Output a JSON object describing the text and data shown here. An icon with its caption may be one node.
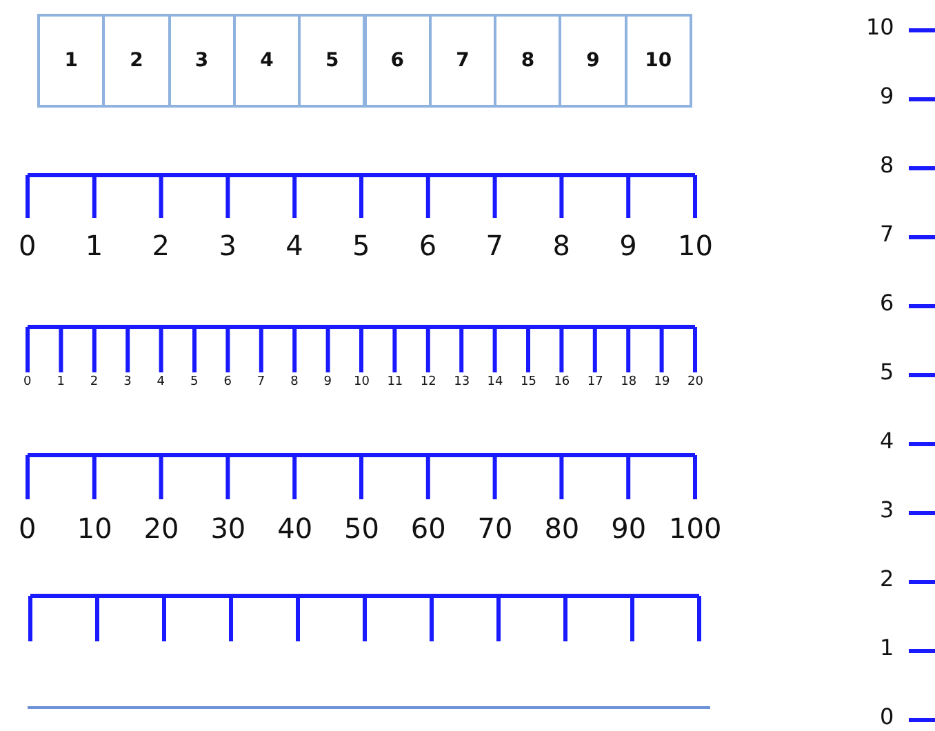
{
  "diagram": {
    "labels": [
      "1",
      "2",
      "3",
      "4",
      "5",
      "6",
      "7",
      "8",
      "9",
      "10",
      "0",
      "1",
      "2",
      "3",
      "4",
      "5",
      "6",
      "7",
      "8",
      "9",
      "10",
      "0",
      "1",
      "2",
      "3",
      "4",
      "5",
      "6",
      "7",
      "8",
      "9",
      "10",
      "11",
      "12",
      "13",
      "14",
      "15",
      "16",
      "17",
      "18",
      "19",
      "20",
      "0",
      "10",
      "20",
      "30",
      "40",
      "50",
      "60",
      "70",
      "80",
      "90",
      "100",
      "10",
      "9",
      "8",
      "7",
      "6",
      "5",
      "4",
      "3",
      "2",
      "1",
      "0"
    ]
  }
}
